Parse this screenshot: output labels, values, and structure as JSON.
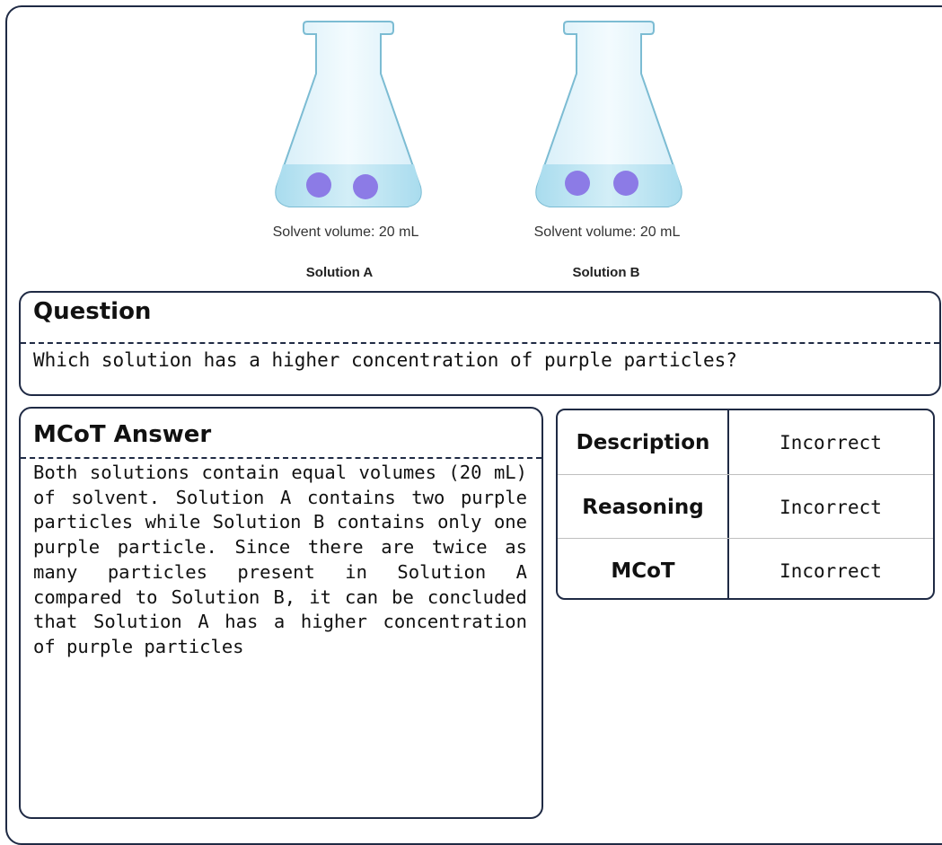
{
  "figure": {
    "solution_a": {
      "volume_label": "Solvent volume: 20 mL",
      "name": "Solution A",
      "particle_count": 2
    },
    "solution_b": {
      "volume_label": "Solvent volume: 20 mL",
      "name": "Solution B",
      "particle_count": 2
    },
    "colors": {
      "liquid": "#bfe6f2",
      "particle": "#8c7be6",
      "glass": "#e4f4fb",
      "glass_edge": "#6fb6cf"
    }
  },
  "question": {
    "title": "Question",
    "text": "Which solution has a higher concentration of purple particles?"
  },
  "answer": {
    "title": "MCoT Answer",
    "text": "Both solutions contain equal volumes (20 mL) of solvent. Solution A contains two purple particles while Solution B contains only one purple particle. Since there are twice as many particles present in Solution A compared to Solution B, it can be concluded that Solution A has a higher concentration of purple particles"
  },
  "evaluation": {
    "rows": [
      {
        "label": "Description",
        "value": "Incorrect"
      },
      {
        "label": "Reasoning",
        "value": "Incorrect"
      },
      {
        "label": "MCoT",
        "value": "Incorrect"
      }
    ]
  }
}
